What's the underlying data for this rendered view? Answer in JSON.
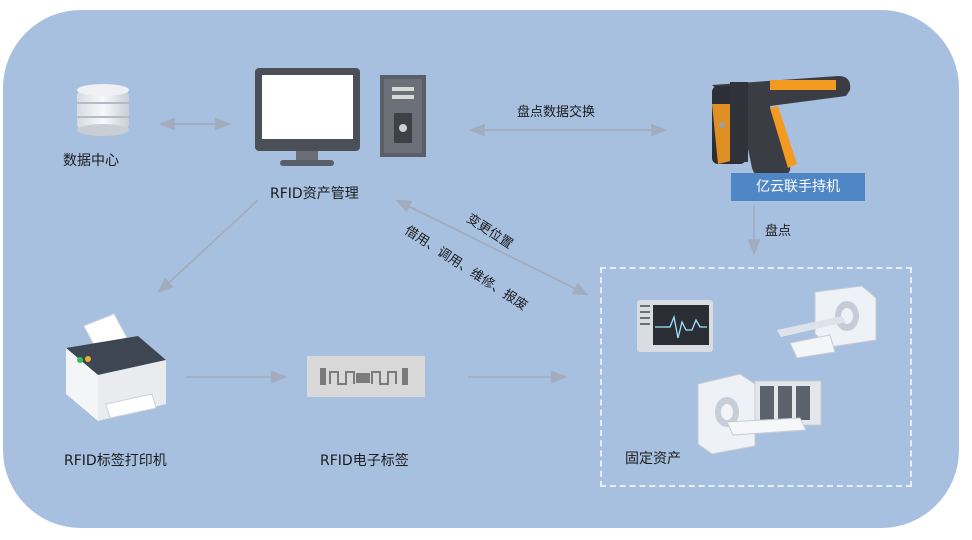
{
  "nodes": {
    "data_center": "数据中心",
    "rfid_manager": "RFID资产管理",
    "handheld": "亿云联手持机",
    "printer": "RFID标签打印机",
    "rfid_tag": "RFID电子标签",
    "fixed_assets": "固定资产"
  },
  "edges": {
    "exchange": "盘点数据交换",
    "check": "盘点",
    "change_location": "变更位置",
    "operations": "借用、调用、维修、报废"
  },
  "colors": {
    "panel": "#a7c0e0",
    "accent": "#4f86c6",
    "arrow": "#9aa6b8"
  }
}
